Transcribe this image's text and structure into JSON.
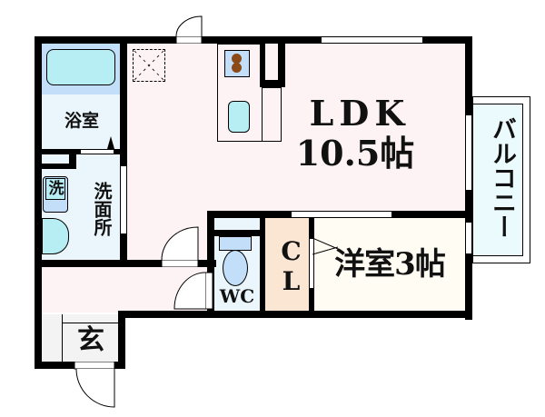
{
  "floorplan": {
    "rooms": {
      "ldk": {
        "name": "LDK",
        "size": "10.5帖",
        "color": "#fdf2f4"
      },
      "bath": {
        "name": "浴室",
        "color": "#eaf6fb"
      },
      "washroom": {
        "name": "洗面所",
        "color": "#eaf6fb"
      },
      "washer": {
        "name": "洗",
        "color": "#b7eef4"
      },
      "wc": {
        "name": "WC",
        "color": "#eaf6fb"
      },
      "closet": {
        "name": "CL",
        "color": "#fbe6d4"
      },
      "western": {
        "name": "洋室3帖",
        "color": "#fffdf3"
      },
      "balcony": {
        "name": "バルコニー",
        "color": "#eafafd"
      },
      "entrance": {
        "name": "玄",
        "color": "#f3f3f3"
      },
      "hall": {
        "color": "#fdf2f4"
      }
    },
    "colors": {
      "wall": "#000000",
      "fixture_blue": "#b7eef4",
      "fixture_light": "#c3def8",
      "stove_burner": "#8b4a17"
    }
  }
}
